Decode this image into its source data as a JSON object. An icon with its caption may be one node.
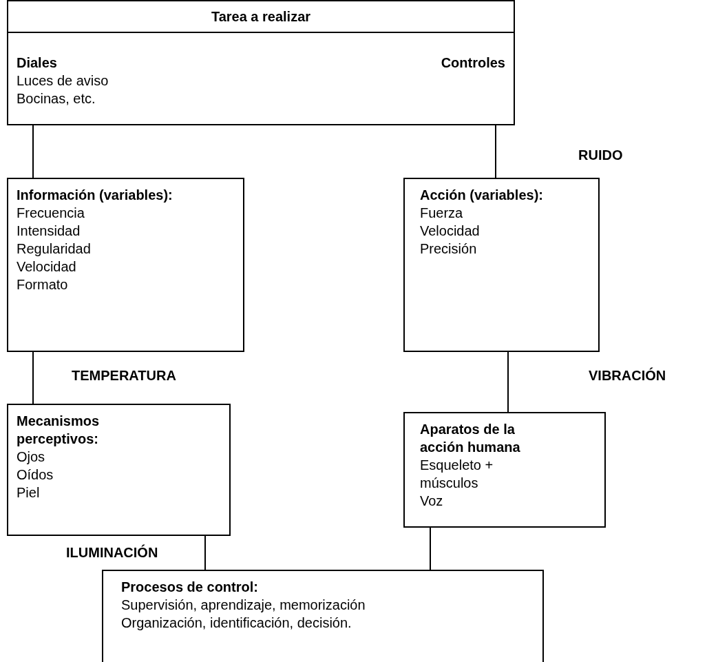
{
  "diagram": {
    "nodes": [
      {
        "text": [
          "Tarea a realizar",
          "Diales",
          "Luces de aviso",
          "Bocinas, etc.",
          "Controles"
        ]
      },
      {
        "text": [
          "Información (variables):",
          "Frecuencia",
          "Intensidad",
          "Regularidad",
          "Velocidad",
          "Formato"
        ]
      },
      {
        "text": [
          "Acción (variables):",
          "Fuerza",
          "Velocidad",
          "Precisión"
        ]
      },
      {
        "text": [
          "Mecanismos perceptivos:",
          "Ojos",
          "Oídos",
          "Piel"
        ]
      },
      {
        "text": [
          "Aparatos de la acción humana",
          "Esqueleto + músculos",
          "Voz"
        ]
      },
      {
        "text": [
          "Procesos de control:",
          "Supervisión, aprendizaje, memorización",
          "Organización, identificación, decisión."
        ]
      }
    ],
    "edges": [
      {
        "from": 0,
        "to": 1,
        "arrow": "none"
      },
      {
        "from": 0,
        "to": 2,
        "arrow": "none"
      },
      {
        "from": 1,
        "to": 3,
        "arrow": "none"
      },
      {
        "from": 2,
        "to": 4,
        "arrow": "none"
      },
      {
        "from": 3,
        "to": 5,
        "arrow": "none"
      },
      {
        "from": 4,
        "to": 5,
        "arrow": "none"
      }
    ],
    "labels": [
      "RUIDO",
      "TEMPERATURA",
      "VIBRACIÓN",
      "ILUMINACIÓN"
    ]
  }
}
